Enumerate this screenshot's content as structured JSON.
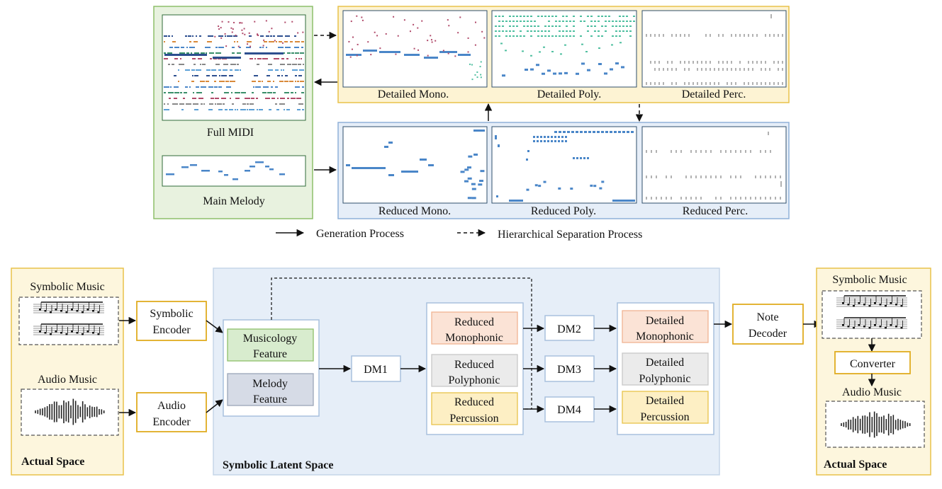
{
  "top": {
    "full_midi": "Full MIDI",
    "main_melody": "Main Melody",
    "detailed_mono": "Detailed Mono.",
    "detailed_poly": "Detailed Poly.",
    "detailed_perc": "Detailed Perc.",
    "reduced_mono": "Reduced Mono.",
    "reduced_poly": "Reduced Poly.",
    "reduced_perc": "Reduced Perc.",
    "legend_generation": "Generation Process",
    "legend_separation": "Hierarchical Separation Process"
  },
  "bottom": {
    "input": {
      "symbolic_music": "Symbolic Music",
      "audio_music": "Audio Music",
      "actual_space": "Actual Space"
    },
    "symbolic_encoder": [
      "Symbolic",
      "Encoder"
    ],
    "audio_encoder": [
      "Audio",
      "Encoder"
    ],
    "musicology_feature": [
      "Musicology",
      "Feature"
    ],
    "melody_feature": [
      "Melody",
      "Feature"
    ],
    "latent_space": "Symbolic Latent Space",
    "dm1": "DM1",
    "dm2": "DM2",
    "dm3": "DM3",
    "dm4": "DM4",
    "reduced_monophonic": [
      "Reduced",
      "Monophonic"
    ],
    "reduced_polyphonic": [
      "Reduced",
      "Polyphonic"
    ],
    "reduced_percussion": [
      "Reduced",
      "Percussion"
    ],
    "detailed_monophonic": [
      "Detailed",
      "Monophonic"
    ],
    "detailed_polyphonic": [
      "Detailed",
      "Polyphonic"
    ],
    "detailed_percussion": [
      "Detailed",
      "Percussion"
    ],
    "note_decoder": [
      "Note",
      "Decoder"
    ],
    "output": {
      "symbolic_music": "Symbolic Music",
      "converter": "Converter",
      "audio_music": "Audio Music",
      "actual_space": "Actual Space"
    }
  },
  "colors": {
    "green_fill": "#e8f2df",
    "green_border": "#8dbf6a",
    "yellow_fill": "#fdf3d3",
    "yellow_border": "#e8c24a",
    "blue_fill": "#e6eef8",
    "blue_border": "#8fb0d8",
    "input_fill": "#fdf6dd",
    "input_border": "#e8c24a",
    "encoder_border": "#e0ac20",
    "musicology_fill": "#d8ecce",
    "musicology_border": "#8dbf6a",
    "melody_fill": "#d6dbe6",
    "melody_border": "#9aa6b8",
    "mono_fill": "#fbe3d6",
    "mono_border": "#f0b392",
    "poly_fill": "#ebebeb",
    "poly_border": "#c8c8c8",
    "perc_fill": "#fdefc4",
    "perc_border": "#e8c24a",
    "note_blue": "#4a86c8",
    "note_teal": "#4fbfa0"
  }
}
